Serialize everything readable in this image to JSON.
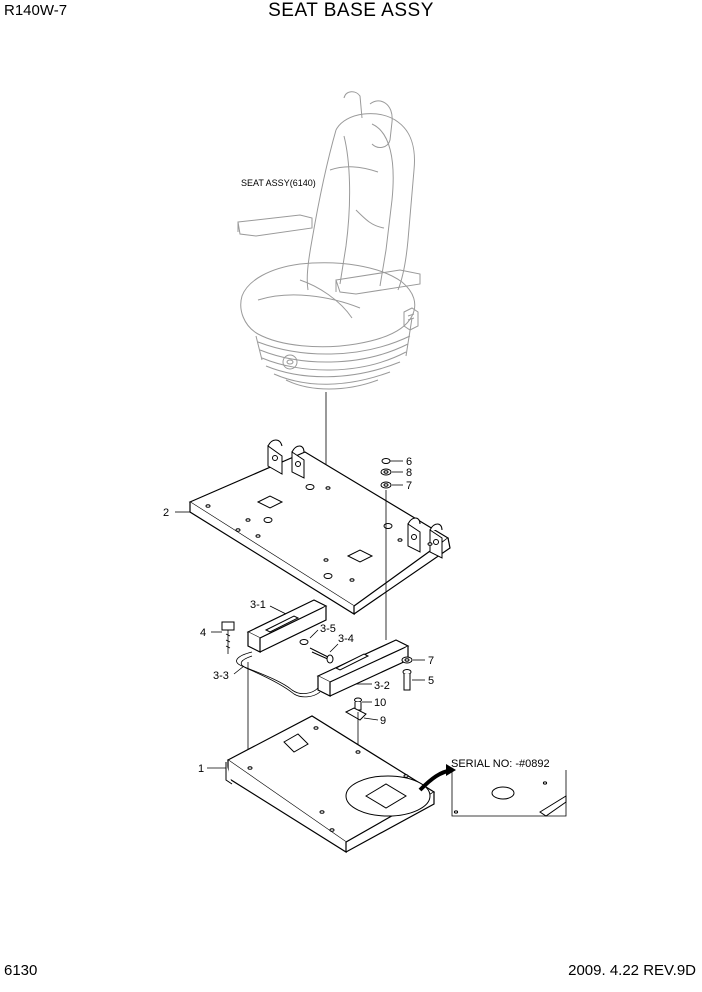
{
  "header": {
    "model": "R140W-7",
    "title": "SEAT BASE ASSY"
  },
  "footer": {
    "page": "6130",
    "revision": "2009. 4.22  REV.9D"
  },
  "diagram": {
    "seat_label": "SEAT ASSY(6140)",
    "serial_label": "SERIAL NO: -#0892",
    "callouts": {
      "p1": "1",
      "p2": "2",
      "p3_1": "3-1",
      "p3_2": "3-2",
      "p3_3": "3-3",
      "p3_4": "3-4",
      "p3_5": "3-5",
      "p4": "4",
      "p5": "5",
      "p6": "6",
      "p7a": "7",
      "p7b": "7",
      "p8": "8",
      "p9": "9",
      "p10": "10"
    }
  }
}
